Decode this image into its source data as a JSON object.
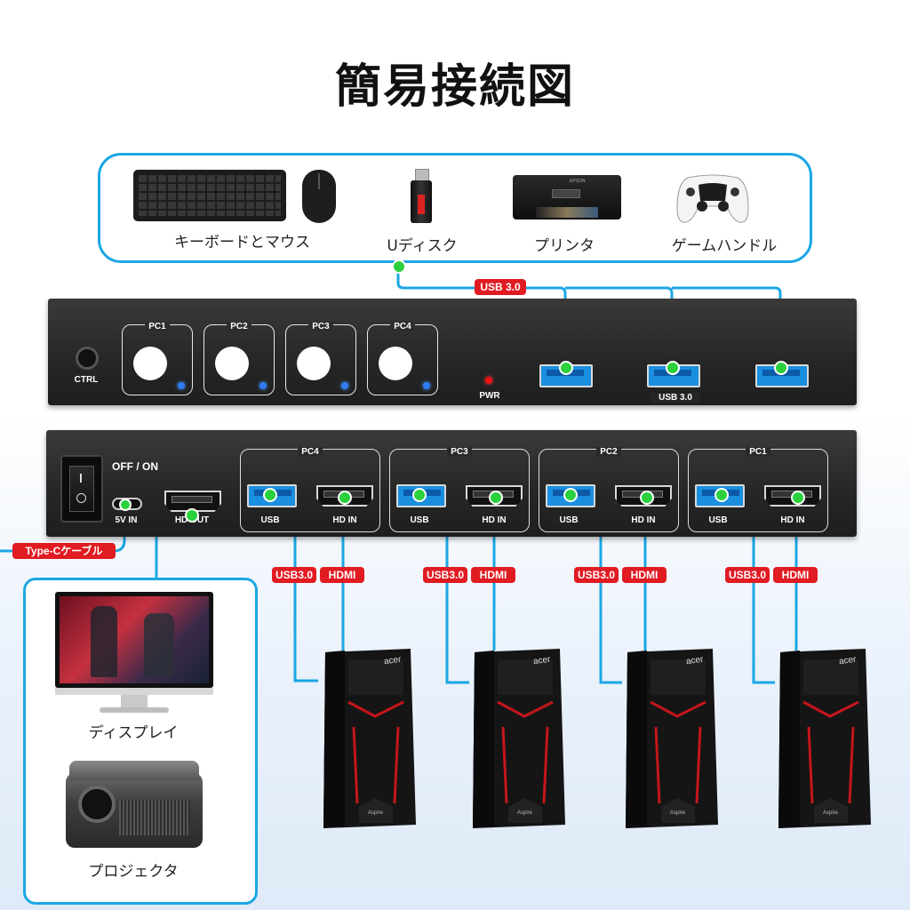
{
  "title": "簡易接続図",
  "peripherals": {
    "keyboard_mouse": "キーボードとマウス",
    "udisk": "Uディスク",
    "printer": "プリンタ",
    "gamepad": "ゲームハンドル",
    "printer_brand": "EPSON"
  },
  "usb_tag": "USB 3.0",
  "front": {
    "ctrl": "CTRL",
    "buttons": [
      "PC1",
      "PC2",
      "PC3",
      "PC4"
    ],
    "pwr": "PWR",
    "usb_label": "USB 3.0"
  },
  "rear": {
    "switch": "OFF / ON",
    "power_in": "5V IN",
    "hd_out": "HD OUT",
    "groups": [
      {
        "name": "PC4",
        "usb": "USB",
        "hdmi": "HD IN"
      },
      {
        "name": "PC3",
        "usb": "USB",
        "hdmi": "HD IN"
      },
      {
        "name": "PC2",
        "usb": "USB",
        "hdmi": "HD IN"
      },
      {
        "name": "PC1",
        "usb": "USB",
        "hdmi": "HD IN"
      }
    ]
  },
  "cable_tags": {
    "usb": "USB3.0",
    "hdmi": "HDMI"
  },
  "typec": "Type-Cケーブル",
  "outputs": {
    "display": "ディスプレイ",
    "projector": "プロジェクタ"
  },
  "computer": {
    "brand": "acer",
    "model": "Aspire"
  },
  "colors": {
    "cable": "#1ba7e4",
    "tag": "#e11b22",
    "connector": "#2bd13c"
  }
}
